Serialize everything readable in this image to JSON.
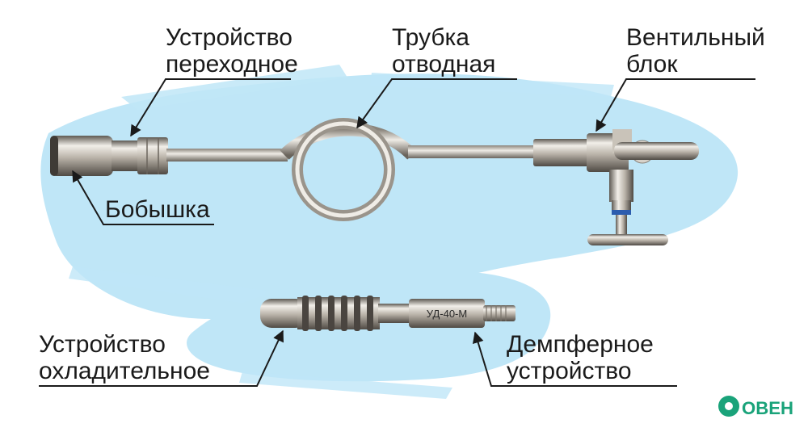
{
  "labels": {
    "adapter": {
      "line1": "Устройство",
      "line2": "переходное"
    },
    "tube": {
      "line1": "Трубка",
      "line2": "отводная"
    },
    "valve_block": {
      "line1": "Вентильный",
      "line2": "блок"
    },
    "boss": {
      "line1": "Бобышка"
    },
    "cooler": {
      "line1": "Устройство",
      "line2": "охладительное"
    },
    "damper": {
      "line1": "Демпферное",
      "line2": "устройство"
    }
  },
  "damper_marking": "УД-40-М",
  "logo": {
    "text": "ОВЕН",
    "color": "#1aa37a"
  },
  "colors": {
    "splash": "#bfe6f7",
    "metal_light": "#e6e3dd",
    "metal_mid": "#a9a39a",
    "metal_dark": "#5e5952",
    "valve_ring": "#2b5cae"
  }
}
